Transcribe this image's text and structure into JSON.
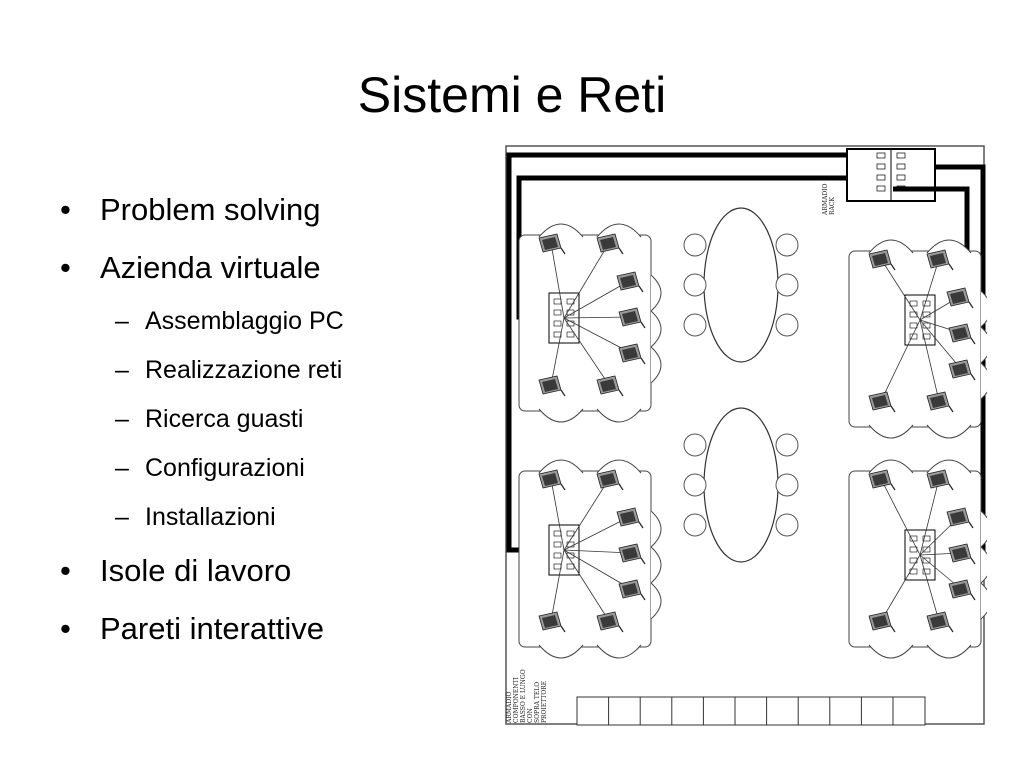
{
  "slide": {
    "title": "Sistemi e Reti",
    "bullets": [
      {
        "text": "Problem solving"
      },
      {
        "text": "Azienda virtuale",
        "sub": [
          "Assemblaggio PC",
          "Realizzazione reti",
          "Ricerca guasti",
          "Configurazioni",
          "Installazioni"
        ]
      },
      {
        "text": "Isole di lavoro"
      },
      {
        "text": "Pareti interattive"
      }
    ]
  },
  "floorplan": {
    "rack_label_lines": [
      "ARMADIO",
      "RACK"
    ],
    "cabinet_label_lines": [
      "ARMADIO",
      "COMPONENTI",
      "BASSO E LUNGO",
      "CON",
      "SOPRA TELO",
      "PROIETTORE"
    ],
    "colors": {
      "cable": "#000000",
      "outline": "#555555"
    }
  }
}
